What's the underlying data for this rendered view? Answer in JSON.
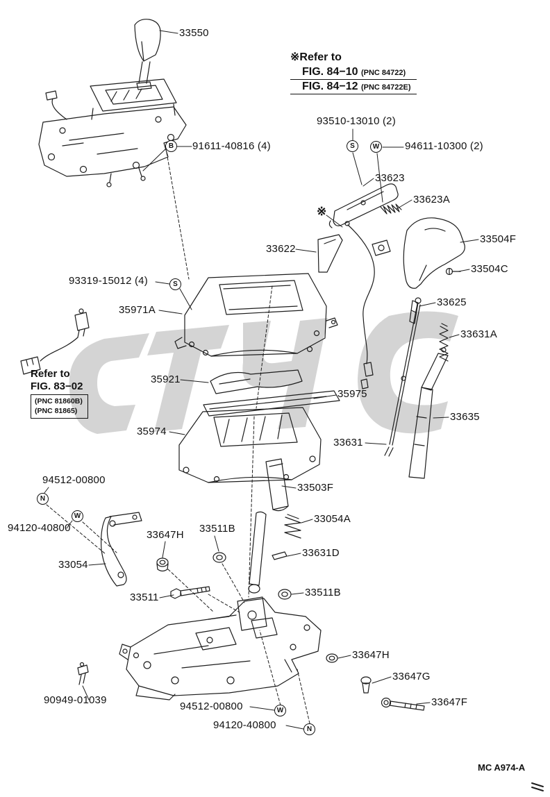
{
  "diagram": {
    "footer_code": "MC A974-A",
    "asterisk": "※",
    "top_note": {
      "refer": "※Refer to",
      "fig1": "FIG. 84−10",
      "fig1_pnc": "(PNC 84722)",
      "fig2": "FIG. 84−12",
      "fig2_pnc": "(PNC 84722E)"
    },
    "left_note": {
      "refer": "Refer to",
      "fig": "FIG. 83−02",
      "pnc1": "(PNC 81860B)",
      "pnc2": "(PNC 81865)"
    }
  },
  "labels": [
    "33550",
    "93510-13010 (2)",
    "91611-40816 (4)",
    "94611-10300 (2)",
    "33623",
    "33623A",
    "33504F",
    "33622",
    "33504C",
    "93319-15012 (4)",
    "35971A",
    "33625",
    "33631A",
    "35921",
    "35975",
    "33635",
    "35974",
    "33631",
    "94512-00800",
    "94120-40800",
    "33503F",
    "33054A",
    "33647H",
    "33511B",
    "33631D",
    "33054",
    "33511",
    "33511B",
    "33647H",
    "33647G",
    "33647F",
    "90949-01039",
    "94512-00800",
    "94120-40800"
  ],
  "circles": [
    "B",
    "S",
    "W",
    "S",
    "N",
    "W",
    "W",
    "N"
  ]
}
